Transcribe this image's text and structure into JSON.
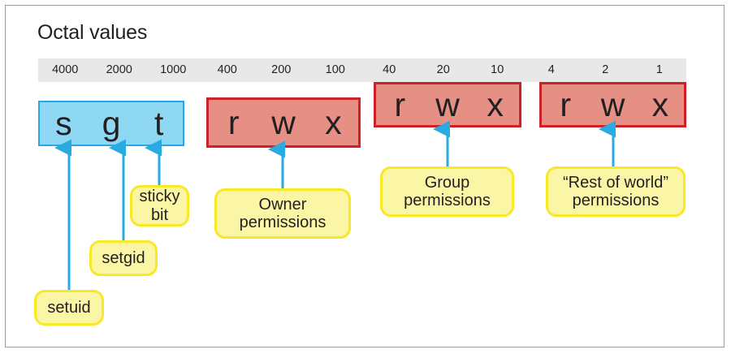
{
  "figure": {
    "title": "Octal values",
    "colors": {
      "band_bg": "#e8e8e8",
      "special_fill": "#8ed8f4",
      "special_border": "#27a9e1",
      "perm_fill": "#e58f85",
      "perm_border": "#cd2027",
      "callout_fill": "#fbf6a5",
      "callout_border": "#f8e827",
      "arrow": "#29abe2",
      "text": "#231f20"
    }
  },
  "octal_values": [
    "4000",
    "2000",
    "1000",
    "400",
    "200",
    "100",
    "40",
    "20",
    "10",
    "4",
    "2",
    "1"
  ],
  "permission_groups": [
    {
      "name": "special-bits",
      "style": "blue",
      "chars": [
        "s",
        "g",
        "t"
      ]
    },
    {
      "name": "owner",
      "style": "red",
      "chars": [
        "r",
        "w",
        "x"
      ]
    },
    {
      "name": "group",
      "style": "red",
      "chars": [
        "r",
        "w",
        "x"
      ]
    },
    {
      "name": "world",
      "style": "red",
      "chars": [
        "r",
        "w",
        "x"
      ]
    }
  ],
  "callouts": [
    {
      "name": "setuid",
      "label": "setuid"
    },
    {
      "name": "setgid",
      "label": "setgid"
    },
    {
      "name": "sticky-bit",
      "label": "sticky\nbit"
    },
    {
      "name": "owner-permissions",
      "label": "Owner\npermissions"
    },
    {
      "name": "group-permissions",
      "label": "Group\npermissions"
    },
    {
      "name": "world-permissions",
      "label": "“Rest of world”\npermissions"
    }
  ]
}
